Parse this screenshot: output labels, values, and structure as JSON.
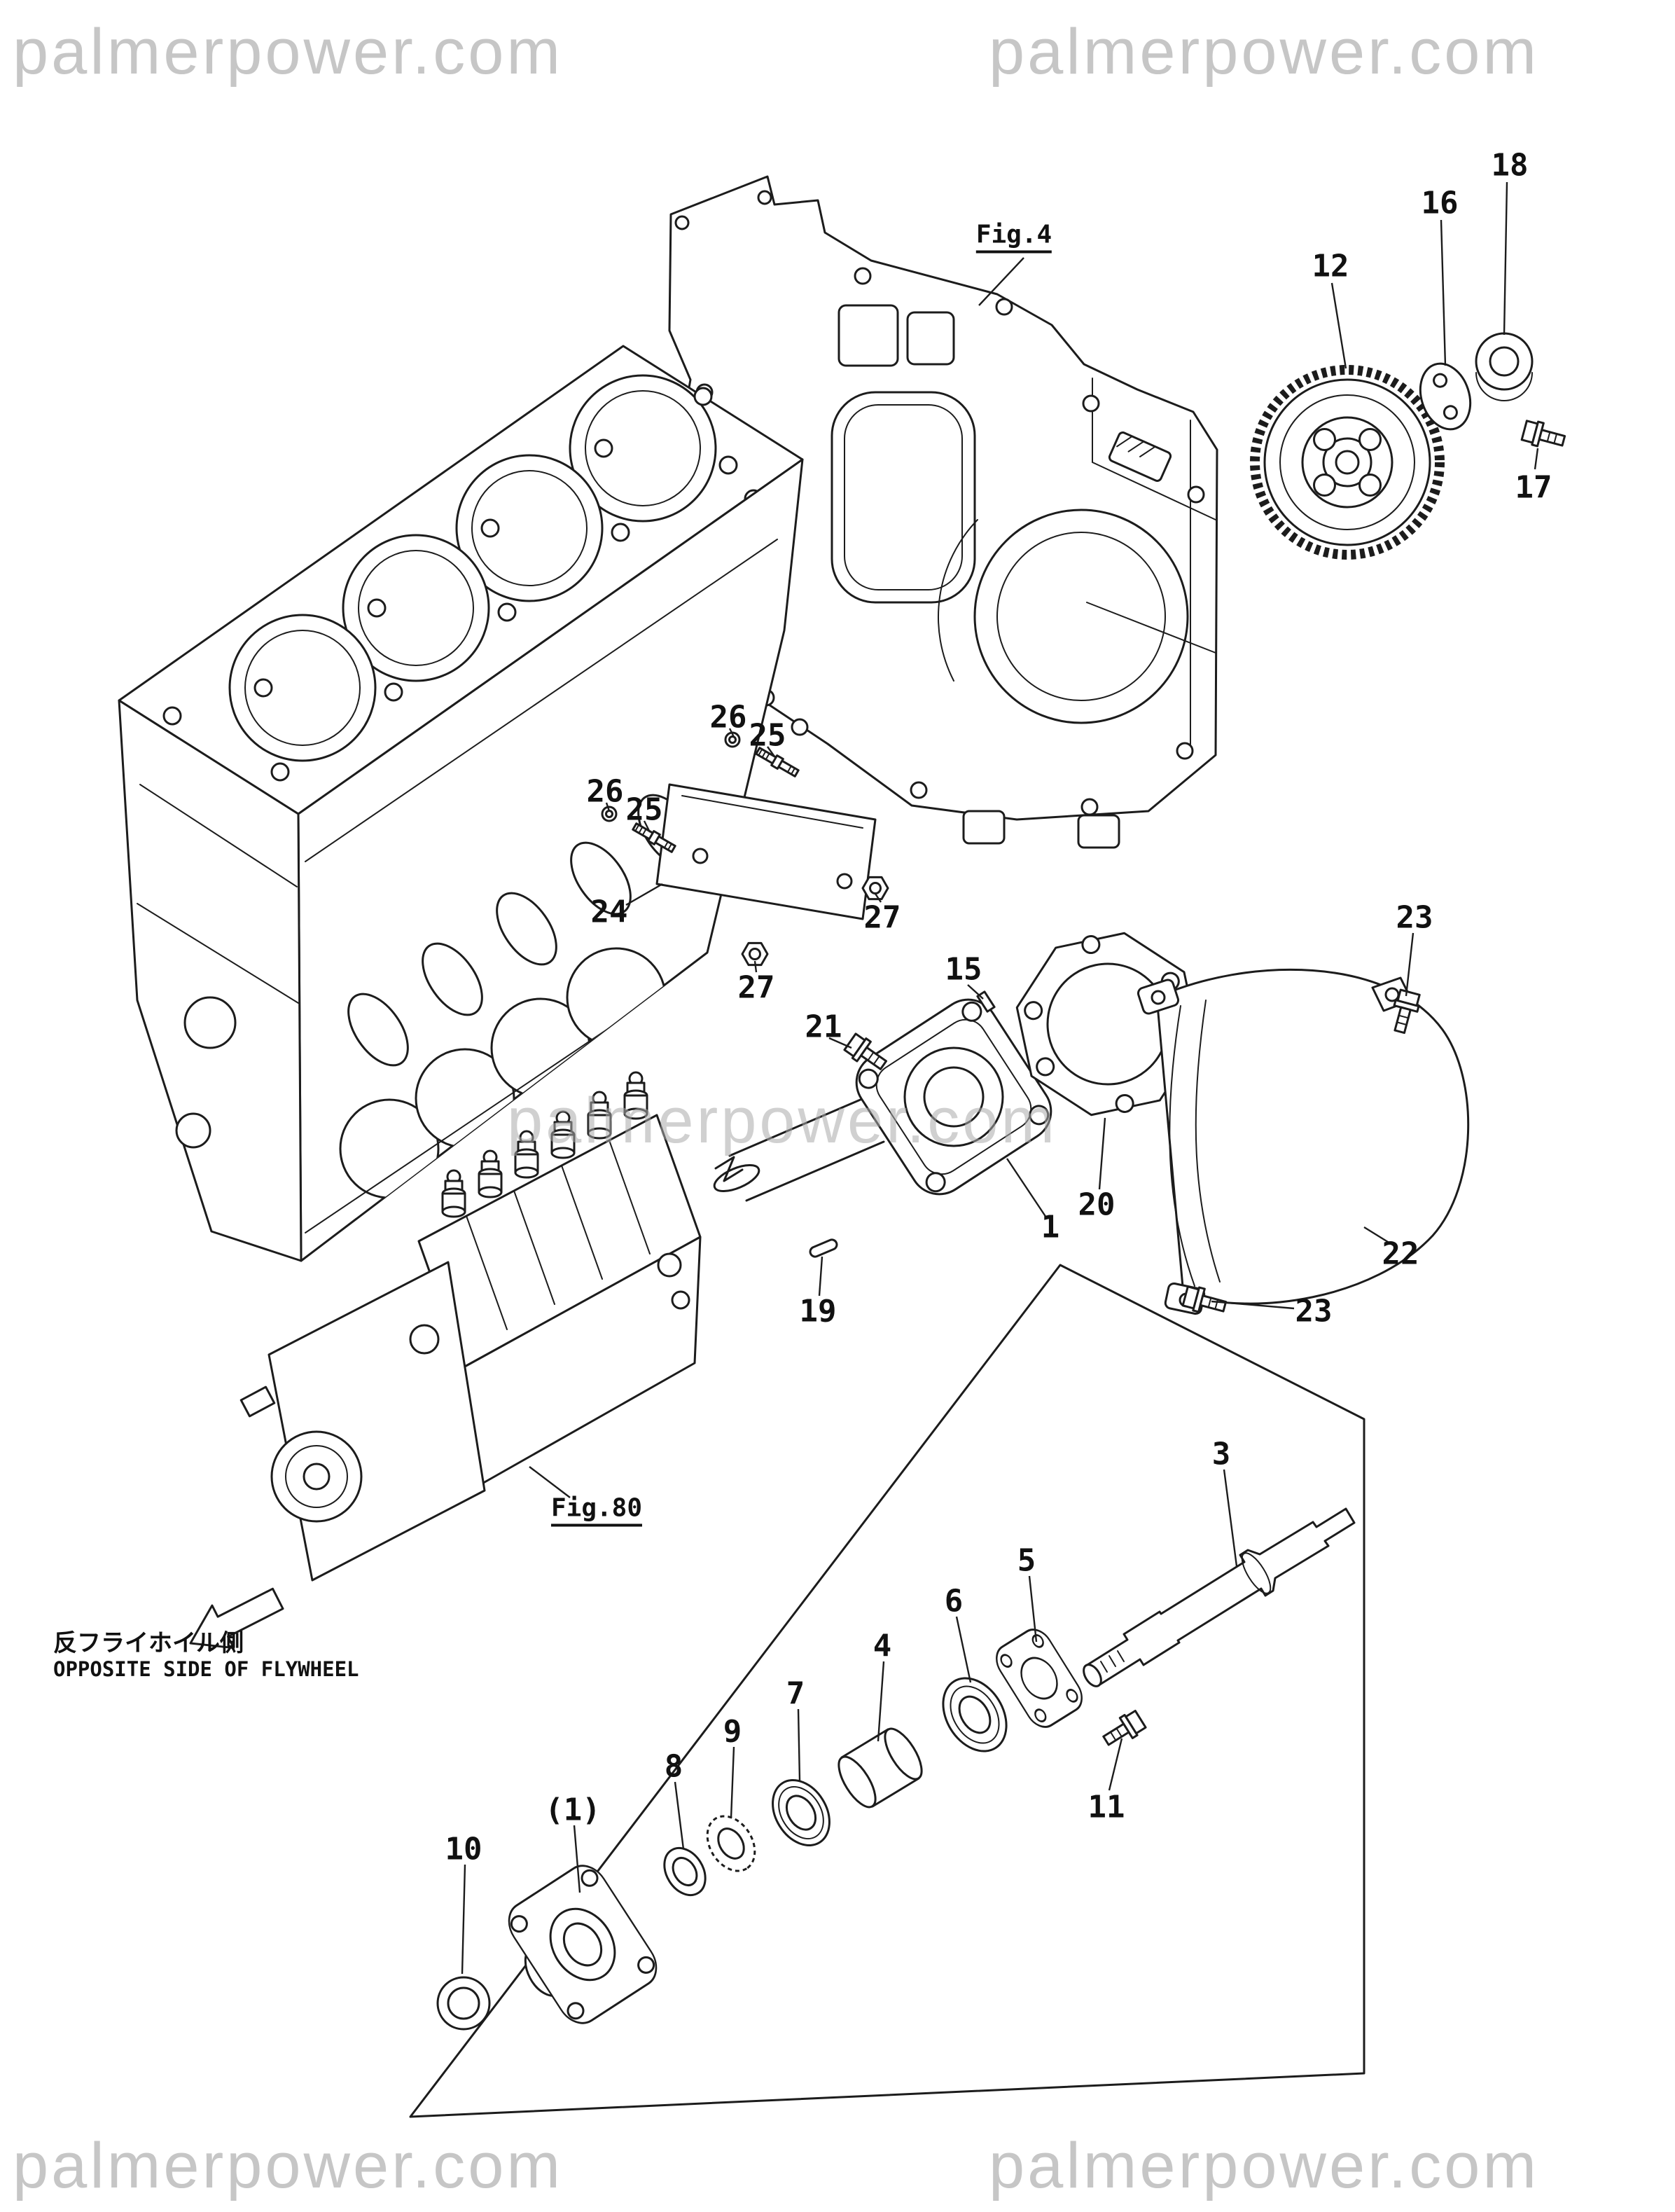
{
  "watermark": {
    "text": "palmerpower.com"
  },
  "figure_refs": {
    "fig4": {
      "label": "Fig.4"
    },
    "fig80": {
      "label": "Fig.80"
    }
  },
  "direction_note": {
    "jp": "反フライホイル側",
    "en": "OPPOSITE SIDE OF FLYWHEEL"
  },
  "diagram": {
    "description": "Exploded parts diagram of fuel injection pump drive: engine block, flywheel housing, idler gear and drive shaft assembly",
    "line_color": "#1c1c1c",
    "background": "#ffffff"
  },
  "callouts": [
    {
      "id": "part-18",
      "label": "18"
    },
    {
      "id": "part-16",
      "label": "16"
    },
    {
      "id": "part-12",
      "label": "12"
    },
    {
      "id": "part-17",
      "label": "17"
    },
    {
      "id": "part-26-upper",
      "label": "26"
    },
    {
      "id": "part-25-upper",
      "label": "25"
    },
    {
      "id": "part-26-lower",
      "label": "26"
    },
    {
      "id": "part-25-lower",
      "label": "25"
    },
    {
      "id": "part-24",
      "label": "24"
    },
    {
      "id": "part-27-right",
      "label": "27"
    },
    {
      "id": "part-27-left",
      "label": "27"
    },
    {
      "id": "part-15",
      "label": "15"
    },
    {
      "id": "part-21",
      "label": "21"
    },
    {
      "id": "part-20",
      "label": "20"
    },
    {
      "id": "part-1",
      "label": "1"
    },
    {
      "id": "part-19",
      "label": "19"
    },
    {
      "id": "part-23-upper",
      "label": "23"
    },
    {
      "id": "part-22",
      "label": "22"
    },
    {
      "id": "part-23-lower",
      "label": "23"
    },
    {
      "id": "part-3",
      "label": "3"
    },
    {
      "id": "part-5",
      "label": "5"
    },
    {
      "id": "part-6",
      "label": "6"
    },
    {
      "id": "part-4",
      "label": "4"
    },
    {
      "id": "part-7",
      "label": "7"
    },
    {
      "id": "part-9",
      "label": "9"
    },
    {
      "id": "part-8",
      "label": "8"
    },
    {
      "id": "part-1-sub",
      "label": "(1)"
    },
    {
      "id": "part-10",
      "label": "10"
    },
    {
      "id": "part-11",
      "label": "11"
    }
  ]
}
